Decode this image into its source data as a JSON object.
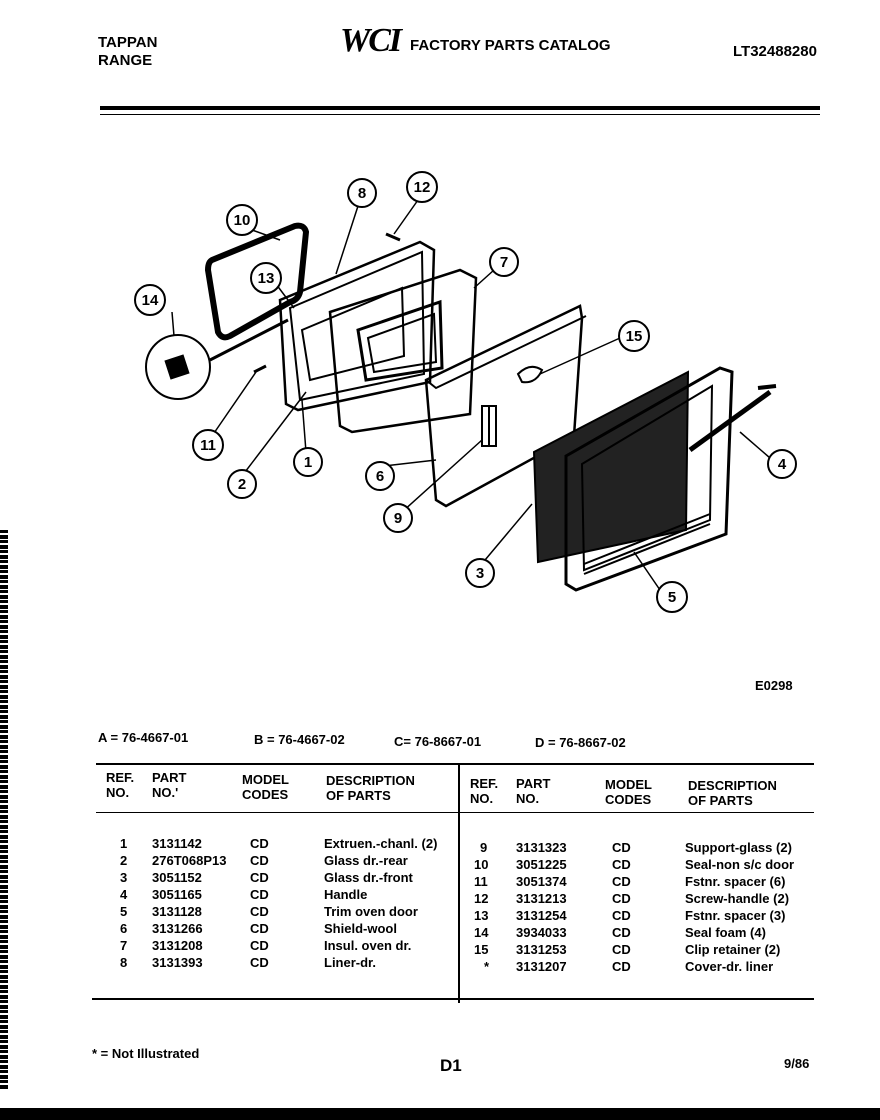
{
  "header": {
    "brand_line1": "TAPPAN",
    "brand_line2": "RANGE",
    "logo": "WCI",
    "catalog_title": "FACTORY PARTS CATALOG",
    "catalog_number": "LT32488280"
  },
  "diagram": {
    "figure_code": "E0298",
    "callouts": [
      "1",
      "2",
      "3",
      "4",
      "5",
      "6",
      "7",
      "8",
      "9",
      "10",
      "11",
      "12",
      "13",
      "14",
      "15"
    ]
  },
  "model_codes": [
    "A = 76-4667-01",
    "B = 76-4667-02",
    "C= 76-8667-01",
    "D = 76-8667-02"
  ],
  "table": {
    "headers": {
      "ref": "REF.\nNO.",
      "part": "PART\nNO.'",
      "model": "MODEL\nCODES",
      "desc": "DESCRIPTION\nOF PARTS"
    },
    "headers_right": {
      "ref": "REF.\nNO.",
      "part": "PART\nNO.",
      "model": "MODEL\nCODES",
      "desc": "DESCRIPTION\nOF PARTS"
    },
    "left_rows": [
      {
        "ref": "1",
        "part": "3131142",
        "model": "CD",
        "desc": "Extruen.-chanl. (2)"
      },
      {
        "ref": "2",
        "part": "276T068P13",
        "model": "CD",
        "desc": "Glass dr.-rear"
      },
      {
        "ref": "3",
        "part": "3051152",
        "model": "CD",
        "desc": "Glass dr.-front"
      },
      {
        "ref": "4",
        "part": "3051165",
        "model": "CD",
        "desc": "Handle"
      },
      {
        "ref": "5",
        "part": "3131128",
        "model": "CD",
        "desc": "Trim oven door"
      },
      {
        "ref": "6",
        "part": "3131266",
        "model": "CD",
        "desc": "Shield-wool"
      },
      {
        "ref": "7",
        "part": "3131208",
        "model": "CD",
        "desc": "Insul. oven dr."
      },
      {
        "ref": "8",
        "part": "3131393",
        "model": "CD",
        "desc": "Liner-dr."
      }
    ],
    "right_rows": [
      {
        "ref": "9",
        "part": "3131323",
        "model": "CD",
        "desc": "Support-glass (2)"
      },
      {
        "ref": "10",
        "part": "3051225",
        "model": "CD",
        "desc": "Seal-non s/c door"
      },
      {
        "ref": "11",
        "part": "3051374",
        "model": "CD",
        "desc": "Fstnr. spacer (6)"
      },
      {
        "ref": "12",
        "part": "3131213",
        "model": "CD",
        "desc": "Screw-handle (2)"
      },
      {
        "ref": "13",
        "part": "3131254",
        "model": "CD",
        "desc": "Fstnr. spacer (3)"
      },
      {
        "ref": "14",
        "part": "3934033",
        "model": "CD",
        "desc": "Seal foam (4)"
      },
      {
        "ref": "15",
        "part": "3131253",
        "model": "CD",
        "desc": "Clip retainer (2)"
      },
      {
        "ref": "*",
        "part": "3131207",
        "model": "CD",
        "desc": "Cover-dr. liner"
      }
    ]
  },
  "footer": {
    "note": "* = Not Illustrated",
    "page": "D1",
    "date": "9/86"
  }
}
